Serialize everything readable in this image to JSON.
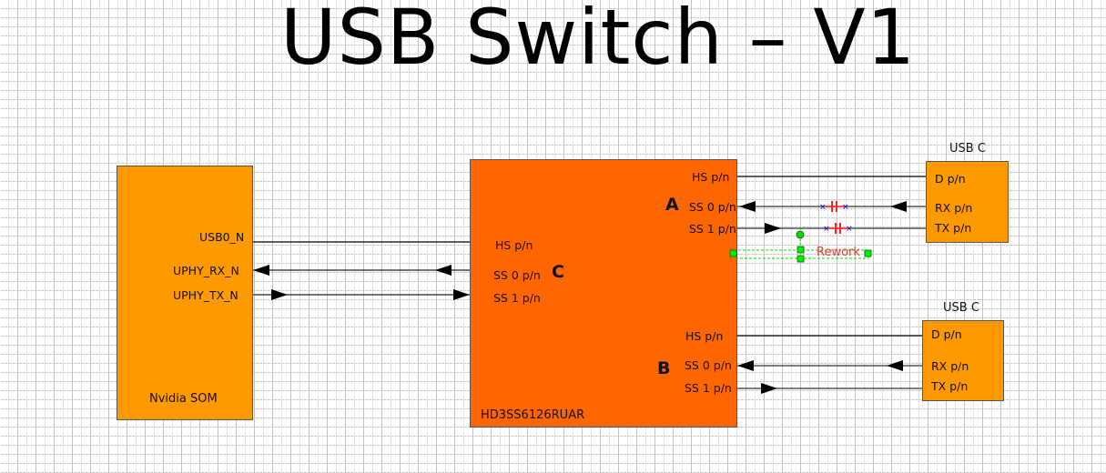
{
  "title": "USB Switch – V1",
  "blocks": {
    "som": {
      "name": "Nvidia SOM",
      "pins": [
        "USB0_N",
        "UPHY_RX_N",
        "UPHY_TX_N"
      ]
    },
    "switch": {
      "part": "HD3SS6126RUAR",
      "port_c": {
        "letter": "C",
        "pins": [
          "HS  p/n",
          "SS 0 p/n",
          "SS 1 p/n"
        ]
      },
      "port_a": {
        "letter": "A",
        "pins": [
          "HS  p/n",
          "SS 0 p/n",
          "SS 1 p/n"
        ]
      },
      "port_b": {
        "letter": "B",
        "pins": [
          "HS  p/n",
          "SS 0 p/n",
          "SS 1 p/n"
        ]
      }
    },
    "usbc_1": {
      "title": "USB C",
      "pins": [
        "D p/n",
        "RX p/n",
        "TX p/n"
      ]
    },
    "usbc_2": {
      "title": "USB C",
      "pins": [
        "D p/n",
        "RX p/n",
        "TX p/n"
      ]
    }
  },
  "annotations": {
    "rework": "Rework"
  },
  "colors": {
    "som": "#ff9900",
    "switch": "#ff6600",
    "usbc": "#ff9900",
    "capacitor": "#ff2222",
    "rework_text": "#ff3333",
    "selection_handle": "#00dd00",
    "cap_endpoint": "#0000ff"
  }
}
